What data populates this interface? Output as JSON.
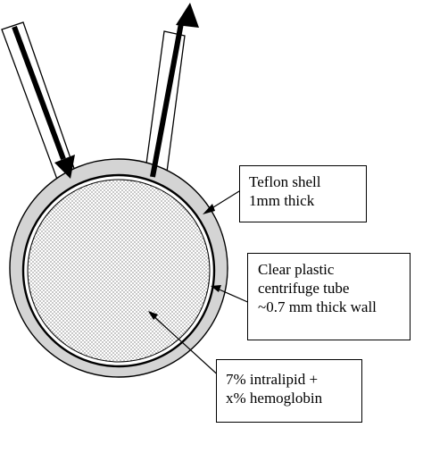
{
  "labels": {
    "teflon_shell": [
      "Teflon shell",
      "1mm thick"
    ],
    "centrifuge_tube": [
      "Clear plastic",
      "centrifuge tube",
      "~0.7 mm thick wall"
    ],
    "contents": [
      "7% intralipid +",
      "x% hemoglobin"
    ]
  },
  "colors": {
    "shell_fill": "#d4d4d4",
    "tube_wall": "#000000",
    "stipple": "#555555",
    "stroke": "#000000"
  }
}
